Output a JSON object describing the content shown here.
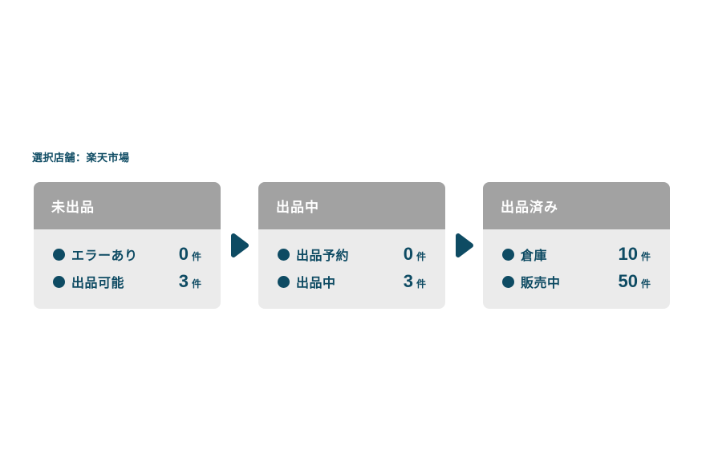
{
  "page": {
    "store_label": "選択店舗：楽天市場"
  },
  "colors": {
    "teal": "#0e4b63",
    "header_gray": "#a2a2a2",
    "body_gray": "#ebebeb",
    "header_text": "#ffffff",
    "page_bg": "#ffffff"
  },
  "cards": [
    {
      "title": "未出品",
      "rows": [
        {
          "label": "エラーあり",
          "value": "0",
          "unit": "件"
        },
        {
          "label": "出品可能",
          "value": "3",
          "unit": "件"
        }
      ]
    },
    {
      "title": "出品中",
      "rows": [
        {
          "label": "出品予約",
          "value": "0",
          "unit": "件"
        },
        {
          "label": "出品中",
          "value": "3",
          "unit": "件"
        }
      ]
    },
    {
      "title": "出品済み",
      "rows": [
        {
          "label": "倉庫",
          "value": "10",
          "unit": "件"
        },
        {
          "label": "販売中",
          "value": "50",
          "unit": "件"
        }
      ]
    }
  ]
}
